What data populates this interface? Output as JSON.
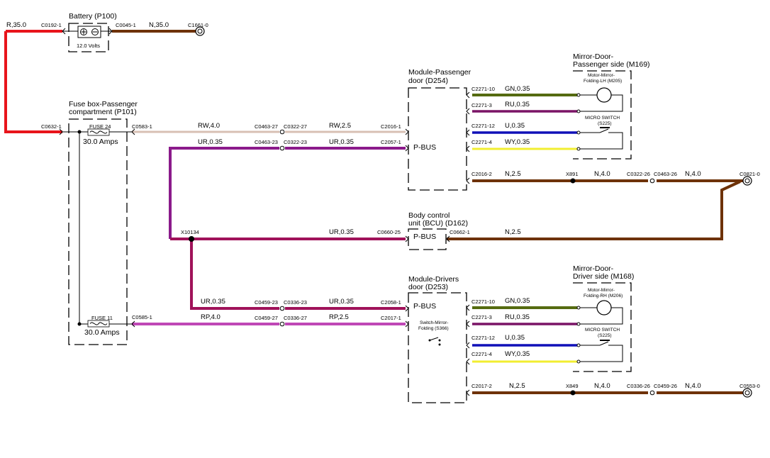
{
  "colors": {
    "red": "#e8141b",
    "brown": "#6e3208",
    "rw": "#d8c0b4",
    "purple": "#8b1a8b",
    "ur": "#a0125a",
    "rp": "#bf47b6",
    "gn": "#556b10",
    "ru": "#7a1466",
    "u": "#1010b8",
    "wy": "#f2ee30"
  },
  "components": {
    "battery": {
      "title": "Battery (P100)",
      "voltage": "12.0 Volts"
    },
    "fusebox": {
      "title1": "Fuse box-Passenger",
      "title2": "compartment (P101)",
      "fuse24": "FUSE 24",
      "fuse24_rating": "30.0 Amps",
      "fuse11": "FUSE 11",
      "fuse11_rating": "30.0 Amps"
    },
    "passenger_door": {
      "title1": "Module-Passenger",
      "title2": "door (D254)",
      "pbus": "P-BUS"
    },
    "bcu": {
      "title1": "Body control",
      "title2": "unit (BCU) (D162)",
      "pbus": "P-BUS"
    },
    "driver_door": {
      "title1": "Module-Drivers",
      "title2": "door (D253)",
      "pbus": "P-BUS",
      "switch1": "Switch-Mirror-",
      "switch2": "Folding (S366)"
    },
    "mirror_passenger": {
      "title1": "Mirror-Door-",
      "title2": "Passenger side (M169)",
      "motor1": "Motor-Mirror-",
      "motor2": "Folding-LH (M205)",
      "micro1": "MICRO SWITCH",
      "micro2": "(S225)"
    },
    "mirror_driver": {
      "title1": "Mirror-Door-",
      "title2": "Driver side (M168)",
      "motor1": "Motor-Mirror-",
      "motor2": "Folding-RH (M206)",
      "micro1": "MICRO SWITCH",
      "micro2": "(S225)"
    }
  },
  "wire_labels": {
    "r35": "R,35.0",
    "n35": "N,35.0",
    "rw40": "RW,4.0",
    "rw25": "RW,2.5",
    "ur035_a": "UR,0.35",
    "ur035_b": "UR,0.35",
    "ur035_c": "UR,0.35",
    "ur035_d": "UR,0.35",
    "ur035_e": "UR,0.35",
    "rp40": "RP,4.0",
    "rp25": "RP,2.5",
    "n25_bcu": "N,2.5",
    "p_gn": "GN,0.35",
    "p_ru": "RU,0.35",
    "p_u": "U,0.35",
    "p_wy": "WY,0.35",
    "p_n25": "N,2.5",
    "p_n40a": "N,4.0",
    "p_n40b": "N,4.0",
    "d_gn": "GN,0.35",
    "d_ru": "RU,0.35",
    "d_u": "U,0.35",
    "d_wy": "WY,0.35",
    "d_n25": "N,2.5",
    "d_n40a": "N,4.0",
    "d_n40b": "N,4.0"
  },
  "connectors": {
    "c0192": "C0192-1",
    "c0045": "C0045-1",
    "c1661": "C1661-0",
    "c0632": "C0632-1",
    "c0583": "C0583-1",
    "c0585": "C0585-1",
    "c0463_27": "C0463-27",
    "c0322_27": "C0322-27",
    "c2016_1": "C2016-1",
    "c0463_23": "C0463-23",
    "c0322_23": "C0322-23",
    "c2057_1": "C2057-1",
    "x10134": "X10134",
    "c0660": "C0660-25",
    "c0662": "C0662-1",
    "c0459_23": "C0459-23",
    "c0336_23": "C0336-23",
    "c2058_1": "C2058-1",
    "c0459_27": "C0459-27",
    "c0336_27": "C0336-27",
    "c2017_1": "C2017-1",
    "p_c2271_10": "C2271-10",
    "p_c2271_3": "C2271-3",
    "p_c2271_12": "C2271-12",
    "p_c2271_4": "C2271-4",
    "p_c2016_2": "C2016-2",
    "x891": "X891",
    "p_c0322_26": "C0322-26",
    "p_c0463_26": "C0463-26",
    "c0821": "C0821-0",
    "d_c2271_10": "C2271-10",
    "d_c2271_3": "C2271-3",
    "d_c2271_12": "C2271-12",
    "d_c2271_4": "C2271-4",
    "d_c2017_2": "C2017-2",
    "x849": "X849",
    "d_c0336_26": "C0336-26",
    "d_c0459_26": "C0459-26",
    "c0553": "C0553-0"
  }
}
